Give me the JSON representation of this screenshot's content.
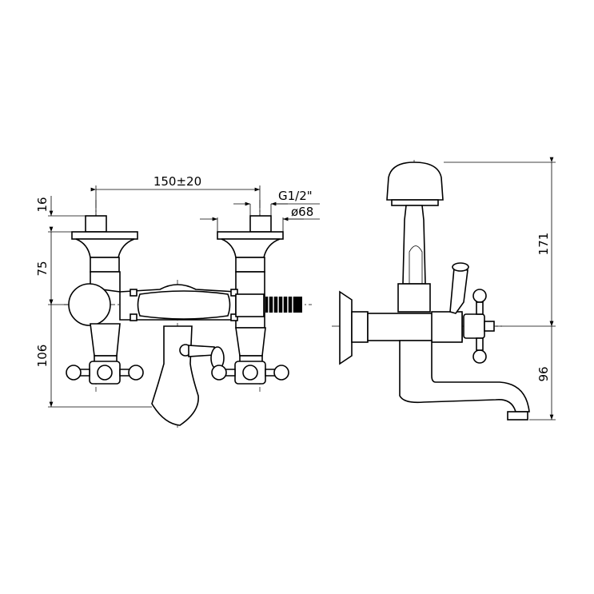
{
  "front_view": {
    "dimensions": {
      "inlet_spacing": "150±20",
      "stub_height": "16",
      "upper_height": "75",
      "lower_height": "106",
      "thread": "G1/2\"",
      "flange_diameter": "ø68"
    }
  },
  "side_view": {
    "dimensions": {
      "total_height": "171",
      "spout_height": "96"
    }
  },
  "colors": {
    "line": "#000000",
    "background": "#ffffff"
  }
}
